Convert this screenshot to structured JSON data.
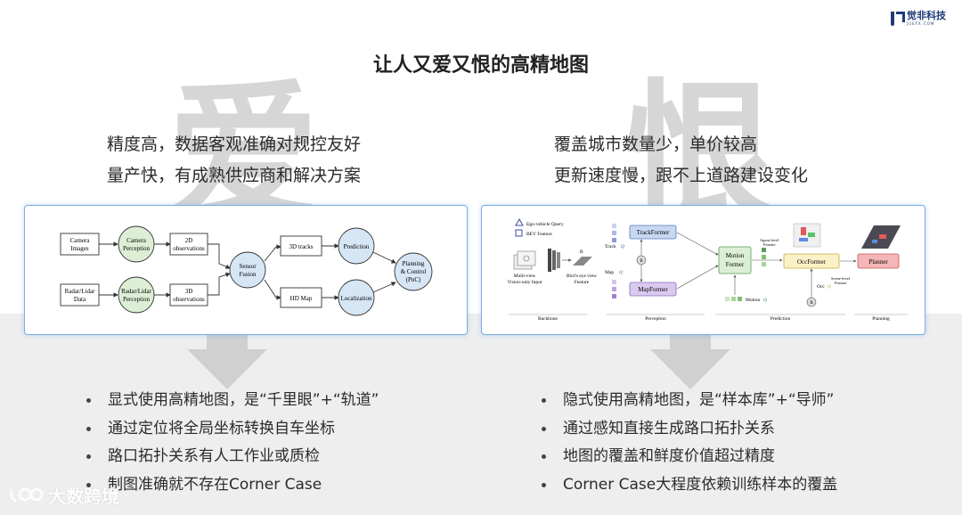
{
  "header": {
    "logo_name": "觉非科技",
    "logo_sub": "JUEFX.COM",
    "title": "让人又爱又恨的高精地图"
  },
  "background": {
    "left_char": "爱",
    "right_char": "恨"
  },
  "left": {
    "desc_line1": "精度高，数据客观准确对规控友好",
    "desc_line2": "量产快，有成熟供应商和解决方案",
    "diagram": {
      "camera_images": [
        "Camera",
        "Images"
      ],
      "camera_perception": [
        "Camera",
        "Perception"
      ],
      "obs_2d": [
        "2D",
        "observations"
      ],
      "radar_lidar_data": [
        "Radar/Lidar",
        "Data"
      ],
      "radar_lidar_perception": [
        "Radar/Lidar",
        "Perception"
      ],
      "obs_3d": [
        "3D",
        "observations"
      ],
      "sensor_fusion": [
        "Sensor",
        "Fusion"
      ],
      "tracks_3d": "3D tracks",
      "hd_map": "HD Map",
      "prediction": "Prediction",
      "localization": "Localization",
      "planning": [
        "Planning",
        "& Control",
        "(PnC)"
      ]
    },
    "bullets": [
      "显式使用高精地图，是“千里眼”+“轨道”",
      "通过定位将全局坐标转换自车坐标",
      "路口拓扑关系有人工作业或质检",
      "制图准确就不存在Corner  Case"
    ]
  },
  "right": {
    "desc_line1": "覆盖城市数量少，单价较高",
    "desc_line2": "更新速度慢，跟不上道路建设变化",
    "diagram": {
      "ego_query": "Ego-vehicle Query",
      "bev_feature": "BEV Feature",
      "multi_view": [
        "Multi-view",
        "Vision-only Input"
      ],
      "birds_eye": [
        "Bird's eye view",
        "Feature"
      ],
      "b_label": "B",
      "track_q": "Track",
      "map_q": "Map",
      "q_symbol": "Q",
      "track_former": "TrackFormer",
      "map_former": "MapFormer",
      "motion_former": [
        "Motion",
        "Former"
      ],
      "motion_q": "Motion",
      "agent_feature": [
        "Agent-level",
        "Feature"
      ],
      "occ_former": "OccFormer",
      "occ_q": "Occ",
      "scene_feature": [
        "Scene-level",
        "Feature"
      ],
      "planner": "Planner",
      "backbone": "Backbone",
      "perception": "Perception",
      "prediction": "Prediction",
      "planning": "Planning"
    },
    "bullets": [
      "隐式使用高精地图，是“样本库”+“导师”",
      "通过感知直接生成路口拓扑关系",
      "地图的覆盖和鲜度价值超过精度",
      "Corner Case大程度依赖训练样本的覆盖"
    ]
  },
  "source_watermark": "大数跨境",
  "colors": {
    "panel_border": "#7aaee6",
    "node_green": "#dcefd5",
    "node_blue": "#d6e6f5",
    "former_blue": "#c8d8f0",
    "former_purple": "#d9c9ee",
    "occ_yellow": "#fbf1c8",
    "planner_red": "#f4b6b6"
  }
}
